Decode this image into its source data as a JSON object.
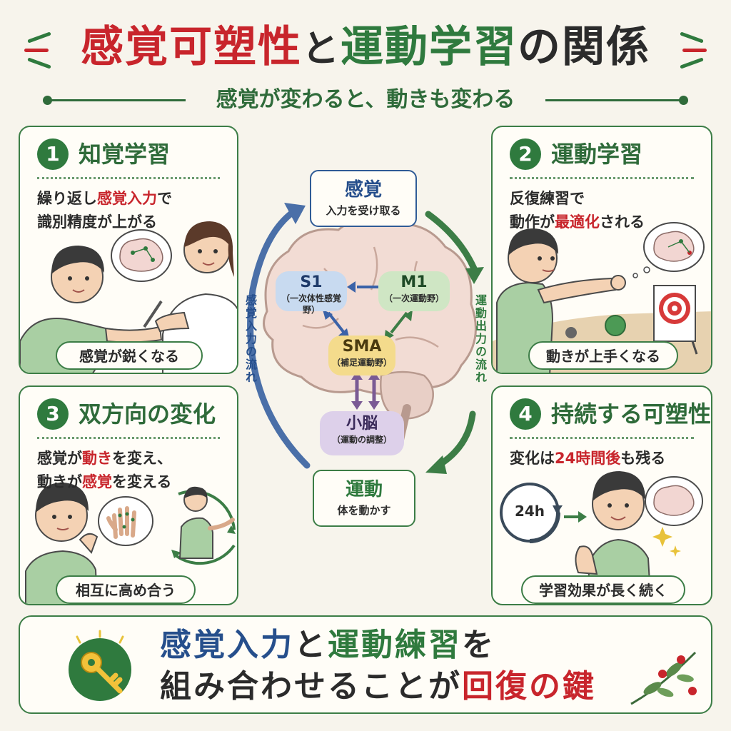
{
  "title": {
    "part1": "感覚可塑性",
    "part2": "と",
    "part3": "運動学習",
    "part4": "の関係"
  },
  "subtitle": "感覚が変わると、動きも変わる",
  "panels": [
    {
      "number": "1",
      "title": "知覚学習",
      "desc_line1_a": "繰り返し",
      "desc_line1_b": "感覚入力",
      "desc_line1_c": "で",
      "desc_line2": "識別精度が上がる",
      "pill": "感覚が鋭くなる"
    },
    {
      "number": "2",
      "title": "運動学習",
      "desc_line1": "反復練習で",
      "desc_line2_a": "動作が",
      "desc_line2_b": "最適化",
      "desc_line2_c": "される",
      "pill": "動きが上手くなる"
    },
    {
      "number": "3",
      "title": "双方向の変化",
      "desc_line1_a": "感覚が",
      "desc_line1_b": "動き",
      "desc_line1_c": "を変え、",
      "desc_line2_a": "動きが",
      "desc_line2_b": "感覚",
      "desc_line2_c": "を変える",
      "pill": "相互に高め合う"
    },
    {
      "number": "4",
      "title": "持続する可塑性",
      "desc_a": "変化は",
      "desc_b": "24時間後",
      "desc_c": "も残る",
      "clock_label": "24h",
      "pill": "学習効果が長く続く"
    }
  ],
  "diagram": {
    "sense": {
      "title": "感覚",
      "sub": "入力を受け取る"
    },
    "motion": {
      "title": "運動",
      "sub": "体を動かす"
    },
    "s1": {
      "title": "S1",
      "sub": "（一次体性感覚野）"
    },
    "m1": {
      "title": "M1",
      "sub": "（一次運動野）"
    },
    "sma": {
      "title": "SMA",
      "sub": "（補足運動野）"
    },
    "cerebellum": {
      "title": "小脳",
      "sub": "（運動の調整）"
    },
    "left_flow": "感覚入力の流れ",
    "right_flow": "運動出力の流れ"
  },
  "bottom": {
    "line1_a": "感覚入力",
    "line1_b": "と",
    "line1_c": "運動練習",
    "line1_d": "を",
    "line2_a": "組み合わせることが",
    "line2_b": "回復の鍵"
  },
  "colors": {
    "red": "#c8252c",
    "green": "#2f7a3e",
    "blue": "#264f8c",
    "background": "#f7f4ec"
  }
}
